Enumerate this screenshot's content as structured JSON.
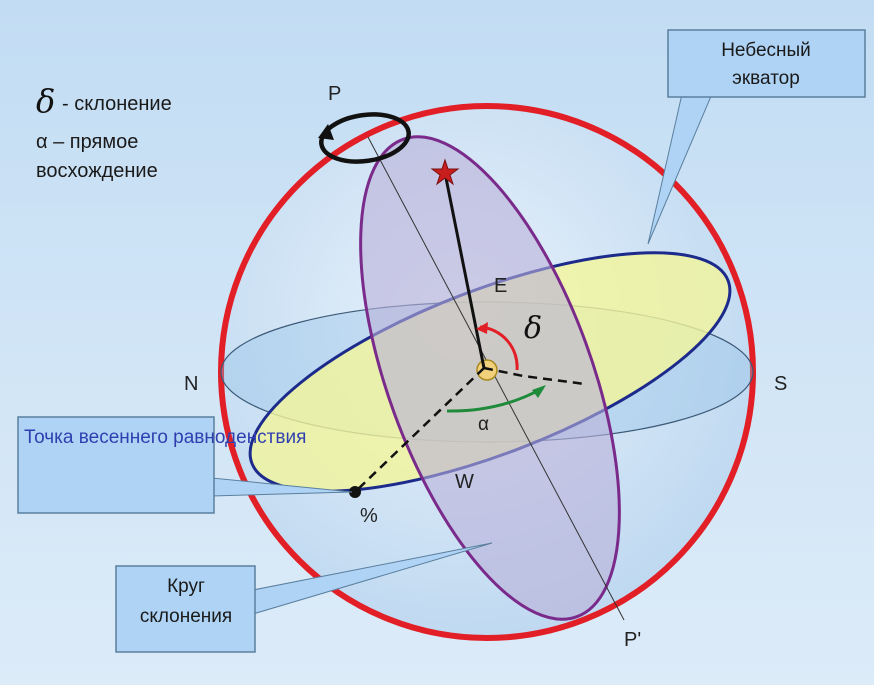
{
  "legend": {
    "delta_symbol": "δ",
    "delta_text": "- склонение",
    "alpha_line": "α – прямое",
    "alpha_line2": "восхождение"
  },
  "labels": {
    "pole_north": "P",
    "pole_south": "P'",
    "east": "E",
    "west": "W",
    "north": "N",
    "south": "S",
    "delta_angle": "δ",
    "alpha_angle": "α",
    "vernal_point_mark": "%"
  },
  "callouts": {
    "celestial_equator": [
      "Небесный",
      "экватор"
    ],
    "vernal_equinox": "Точка весеннего равноденствия",
    "declination_circle": [
      "Круг",
      "склонения"
    ]
  },
  "colors": {
    "sphere": "#e21f26",
    "equator_fill": "#f2f59a",
    "equator_stroke": "#1c2a8c",
    "meridian_fill": "#b9b1d8",
    "meridian_stroke": "#7a2a8a",
    "horizon_stroke": "#3c5a78",
    "delta_arc": "#e21f26",
    "alpha_arc": "#1f8a3a",
    "callout_fill": "#aed3f4",
    "callout_stroke": "#5b7f9e",
    "vernal_text": "#2f3fb0"
  }
}
